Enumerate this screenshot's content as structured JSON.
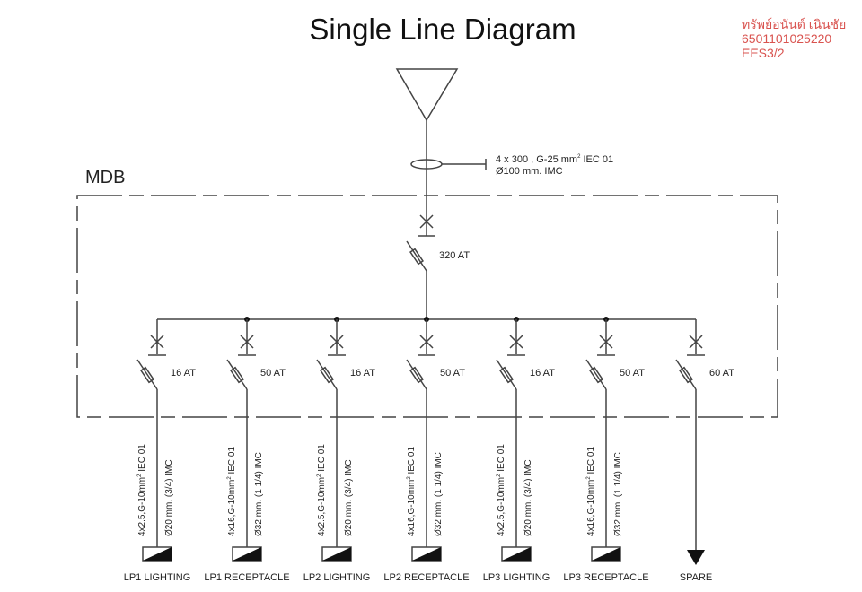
{
  "title": "Single Line Diagram",
  "author": {
    "name": "ทรัพย์อนันต์ เนินชัย",
    "student_id": "6501101025220",
    "class": "EES3/2"
  },
  "colors": {
    "line": "#444444",
    "author_text": "#d9534f",
    "text": "#222222"
  },
  "supply": {
    "symbol": "transformer-triangle-icon",
    "cable_line1": "4 x 300 , G-25 mm",
    "cable_sup": "2",
    "cable_line1_suffix": " IEC 01",
    "cable_line2": "Ø100 mm. IMC"
  },
  "mdb": {
    "label": "MDB",
    "main_breaker": "320 AT"
  },
  "feeders": [
    {
      "breaker": "16 AT",
      "cable": "4x2.5,G-10mm",
      "cable_suffix": " IEC 01",
      "conduit": "Ø20 mm. (3/4) IMC",
      "load": "LP1 LIGHTING",
      "terminal": "panel"
    },
    {
      "breaker": "50 AT",
      "cable": "4x16,G-10mm",
      "cable_suffix": " IEC 01",
      "conduit": "Ø32 mm. (1 1/4) IMC",
      "load": "LP1 RECEPTACLE",
      "terminal": "panel"
    },
    {
      "breaker": "16 AT",
      "cable": "4x2.5,G-10mm",
      "cable_suffix": " IEC 01",
      "conduit": "Ø20 mm. (3/4) IMC",
      "load": "LP2 LIGHTING",
      "terminal": "panel"
    },
    {
      "breaker": "50 AT",
      "cable": "4x16,G-10mm",
      "cable_suffix": " IEC 01",
      "conduit": "Ø32 mm. (1 1/4) IMC",
      "load": "LP2 RECEPTACLE",
      "terminal": "panel"
    },
    {
      "breaker": "16 AT",
      "cable": "4x2.5,G-10mm",
      "cable_suffix": " IEC 01",
      "conduit": "Ø20 mm. (3/4) IMC",
      "load": "LP3 LIGHTING",
      "terminal": "panel"
    },
    {
      "breaker": "50 AT",
      "cable": "4x16,G-10mm",
      "cable_suffix": " IEC 01",
      "conduit": "Ø32 mm. (1 1/4) IMC",
      "load": "LP3 RECEPTACLE",
      "terminal": "panel"
    },
    {
      "breaker": "60 AT",
      "cable": "",
      "cable_suffix": "",
      "conduit": "",
      "load": "SPARE",
      "terminal": "arrow"
    }
  ]
}
